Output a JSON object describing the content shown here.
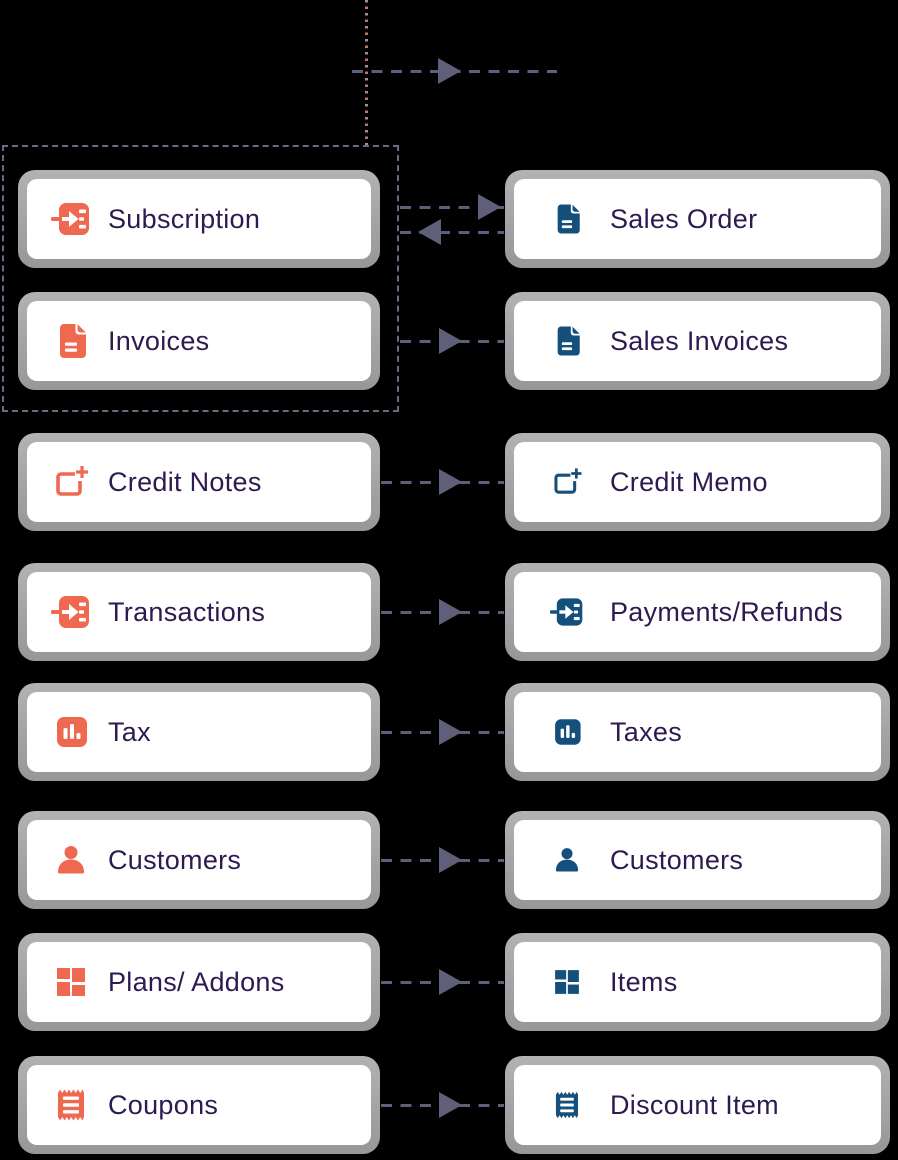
{
  "diagram": {
    "colors": {
      "left_system_accent": "#EE6950",
      "right_system_accent": "#15507C",
      "label_text": "#2E1A50",
      "connector": "#5F5F79",
      "group_outline": "#6A6A85",
      "incoming_dotted": "#C1756A",
      "card_frame": "#A7A7A7"
    },
    "rows": [
      {
        "left": {
          "label": "Subscription",
          "icon": "transfer-icon"
        },
        "right": {
          "label": "Sales Order",
          "icon": "document-icon"
        },
        "arrows": [
          "right",
          "left"
        ]
      },
      {
        "left": {
          "label": "Invoices",
          "icon": "document-icon"
        },
        "right": {
          "label": "Sales Invoices",
          "icon": "document-icon"
        },
        "arrows": [
          "right"
        ]
      },
      {
        "left": {
          "label": "Credit Notes",
          "icon": "credit-plus-icon"
        },
        "right": {
          "label": "Credit Memo",
          "icon": "credit-plus-icon"
        },
        "arrows": [
          "right"
        ]
      },
      {
        "left": {
          "label": "Transactions",
          "icon": "transfer-icon"
        },
        "right": {
          "label": "Payments/Refunds",
          "icon": "transfer-icon"
        },
        "arrows": [
          "right"
        ]
      },
      {
        "left": {
          "label": "Tax",
          "icon": "bar-chart-icon"
        },
        "right": {
          "label": "Taxes",
          "icon": "bar-chart-icon"
        },
        "arrows": [
          "right"
        ]
      },
      {
        "left": {
          "label": "Customers",
          "icon": "person-icon"
        },
        "right": {
          "label": "Customers",
          "icon": "person-icon"
        },
        "arrows": [
          "right"
        ]
      },
      {
        "left": {
          "label": "Plans/ Addons",
          "icon": "grid-icon"
        },
        "right": {
          "label": "Items",
          "icon": "grid-icon"
        },
        "arrows": [
          "right"
        ]
      },
      {
        "left": {
          "label": "Coupons",
          "icon": "ticket-icon"
        },
        "right": {
          "label": "Discount Item",
          "icon": "ticket-icon"
        },
        "arrows": [
          "right"
        ]
      }
    ]
  }
}
